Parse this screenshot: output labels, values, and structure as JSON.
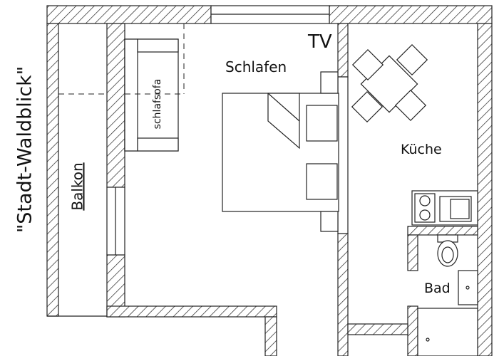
{
  "plan": {
    "building_name": "\"Stadt-Waldblick\"",
    "rooms": {
      "balcony": "Balkon",
      "bedroom": "Schlafen",
      "tv": "TV",
      "sofa": "schlafsofa",
      "kitchen": "Küche",
      "bathroom": "Bad"
    }
  }
}
